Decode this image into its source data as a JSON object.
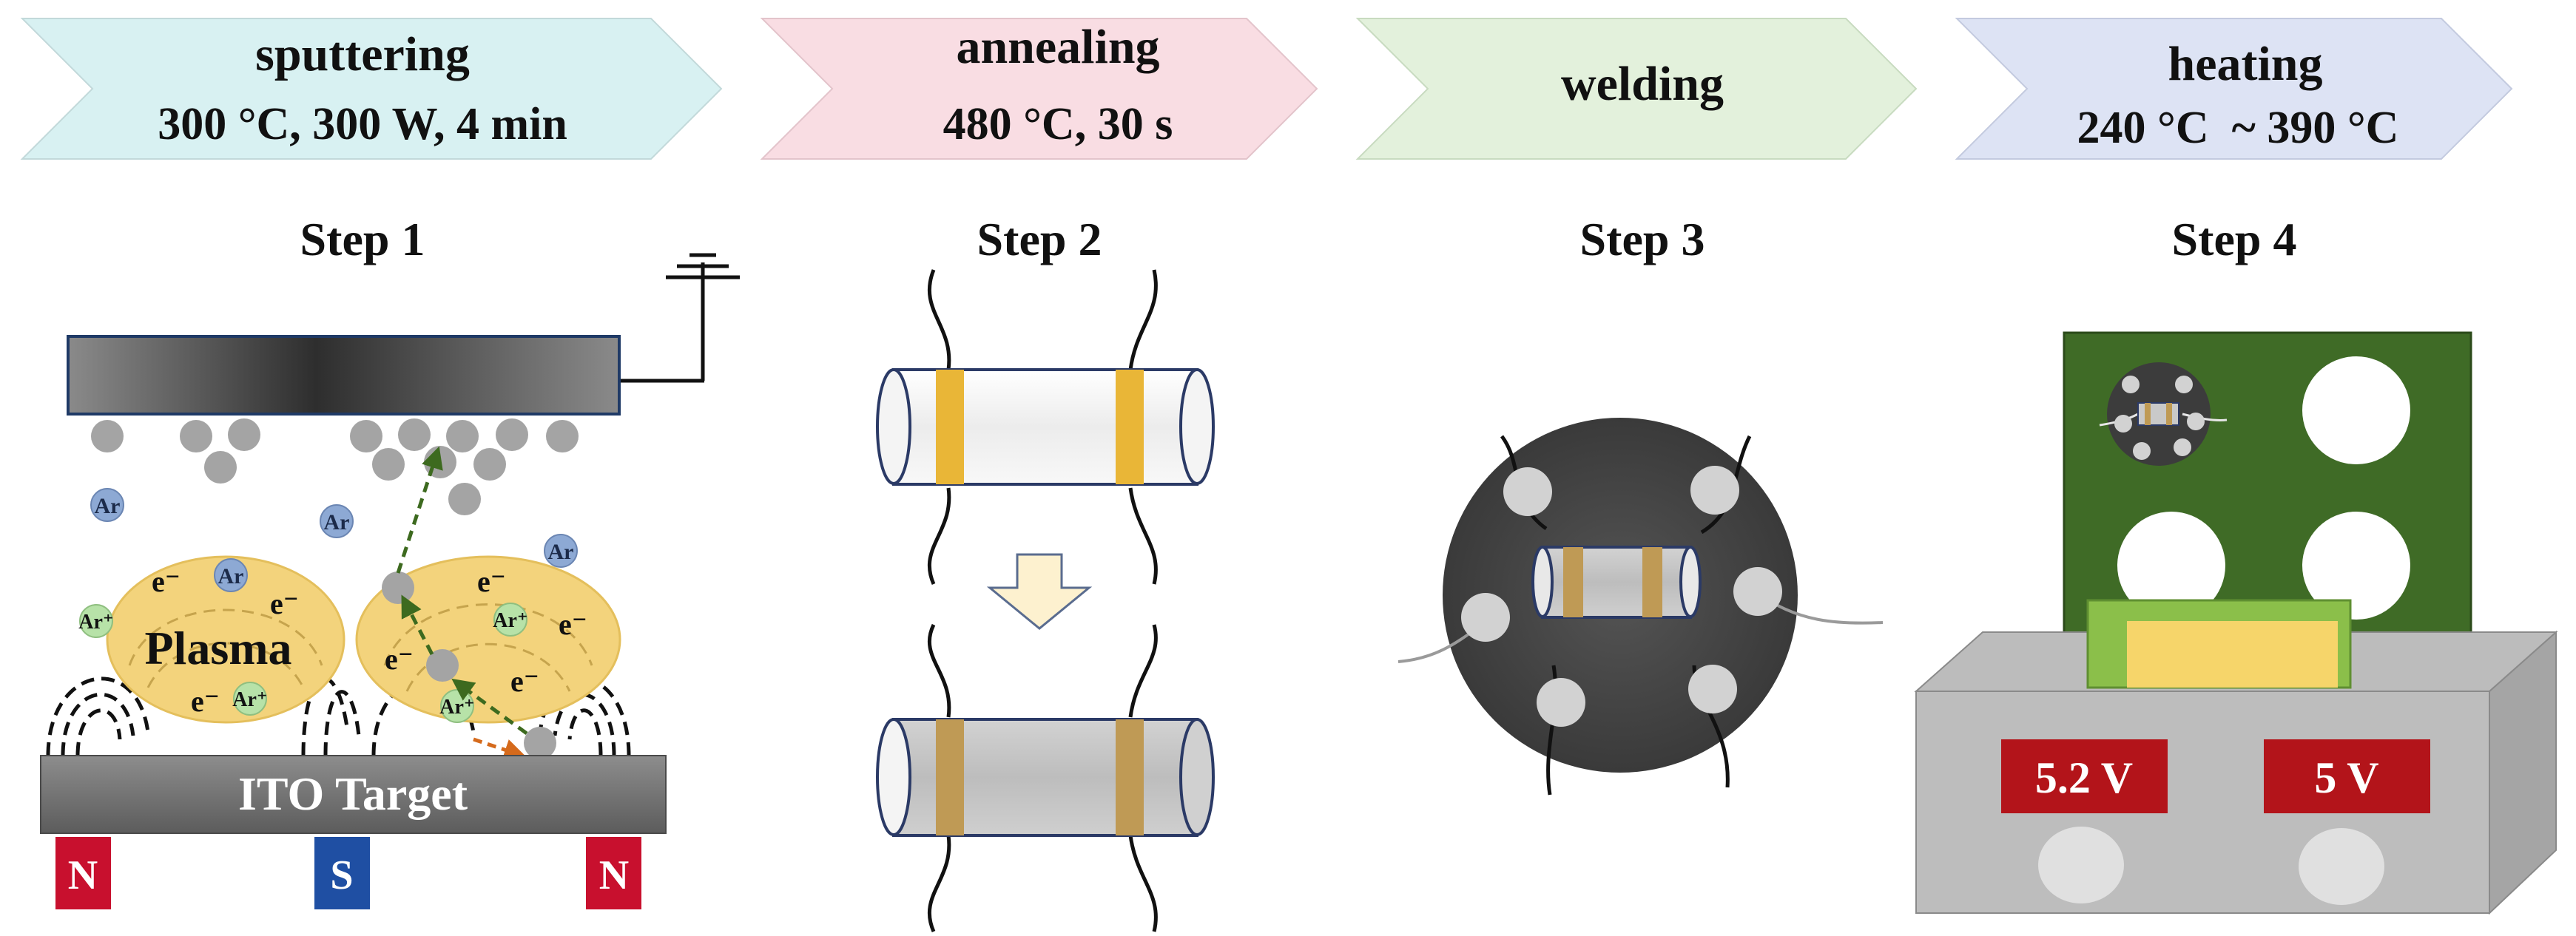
{
  "steps": [
    {
      "banner_line1": "sputtering",
      "banner_line2": "300 °C, 300 W, 4 min",
      "label": "Step 1",
      "fill": "#d8f1f2"
    },
    {
      "banner_line1": "annealing",
      "banner_line2": "480 °C, 30 s",
      "label": "Step 2",
      "fill": "#f9dde3"
    },
    {
      "banner_line1": "welding",
      "banner_line2": "",
      "label": "Step 3",
      "fill": "#e3f1dc"
    },
    {
      "banner_line1": "heating",
      "banner_line2": "240 °C  ~ 390 °C",
      "label": "Step 4",
      "fill": "#dde3f4"
    }
  ],
  "step1": {
    "plasma_label": "Plasma",
    "target_label": "ITO Target",
    "electron": "e⁻",
    "argon": "Ar",
    "argon_ion": "Ar⁺",
    "magnets": [
      "N",
      "S",
      "N"
    ]
  },
  "step4": {
    "display_left": "5.2 V",
    "display_right": "5 V"
  },
  "colors": {
    "plasma": "#f3d37c",
    "electrode_band": "#e9b637",
    "annealed_band": "#bf9a55",
    "board": "#3f6b26",
    "display": "#b3141a",
    "magnet_n": "#c8102e",
    "magnet_s": "#1f4fa3",
    "arrow_green": "#3d6a1f",
    "arrow_orange": "#d56a1c"
  }
}
